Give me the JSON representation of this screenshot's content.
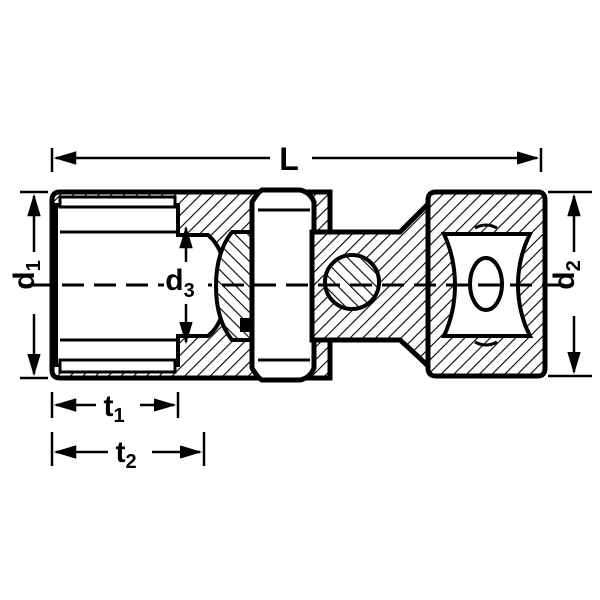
{
  "dimensions": {
    "length": "L",
    "d1": {
      "main": "d",
      "sub": "1"
    },
    "d2": {
      "main": "d",
      "sub": "2"
    },
    "d3": {
      "main": "d",
      "sub": "3"
    },
    "t1": {
      "main": "t",
      "sub": "1"
    },
    "t2": {
      "main": "t",
      "sub": "2"
    }
  },
  "colors": {
    "ink": "#000000",
    "paper": "#ffffff"
  }
}
